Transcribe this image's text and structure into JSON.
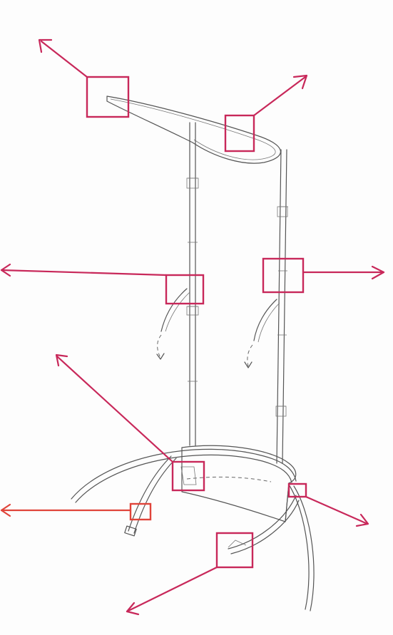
{
  "colors": {
    "pencil": "#555555",
    "magenta": "#c8285a",
    "red": "#e0443a",
    "paper": "#fdfdfd"
  },
  "callouts": [
    {
      "id": "top-left",
      "color": "magenta"
    },
    {
      "id": "top-right",
      "color": "magenta"
    },
    {
      "id": "mid-left",
      "color": "magenta"
    },
    {
      "id": "mid-right",
      "color": "magenta"
    },
    {
      "id": "base-joint",
      "color": "magenta"
    },
    {
      "id": "small-right",
      "color": "magenta"
    },
    {
      "id": "lower-left",
      "color": "red"
    },
    {
      "id": "bottom",
      "color": "magenta"
    }
  ]
}
